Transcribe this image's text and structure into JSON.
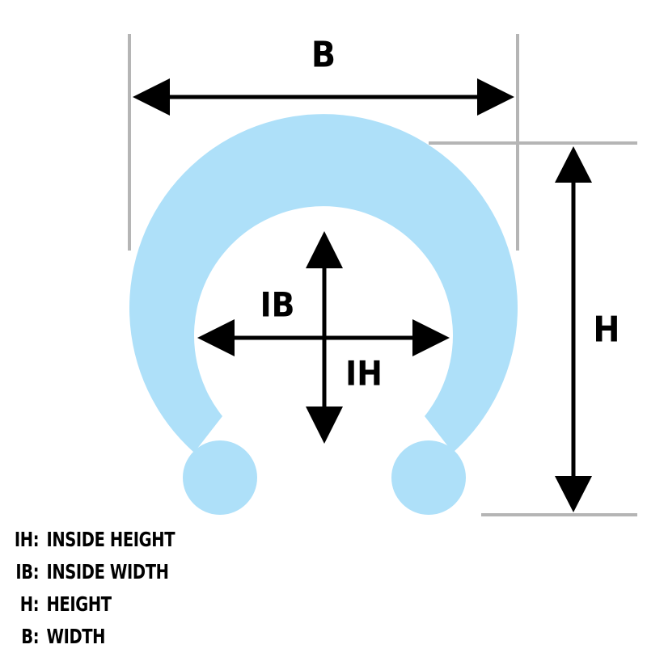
{
  "colors": {
    "ring": "#aee0f9",
    "guide": "#b5b5b5",
    "arrow": "#000000",
    "text": "#000000"
  },
  "labels": {
    "width": "B",
    "height": "H",
    "inside_width": "IB",
    "inside_height": "IH"
  },
  "legend": [
    {
      "abbr": "IH:",
      "desc": "INSIDE HEIGHT"
    },
    {
      "abbr": "IB:",
      "desc": "INSIDE WIDTH"
    },
    {
      "abbr": "H:",
      "desc": "HEIGHT"
    },
    {
      "abbr": "B:",
      "desc": "WIDTH"
    }
  ]
}
